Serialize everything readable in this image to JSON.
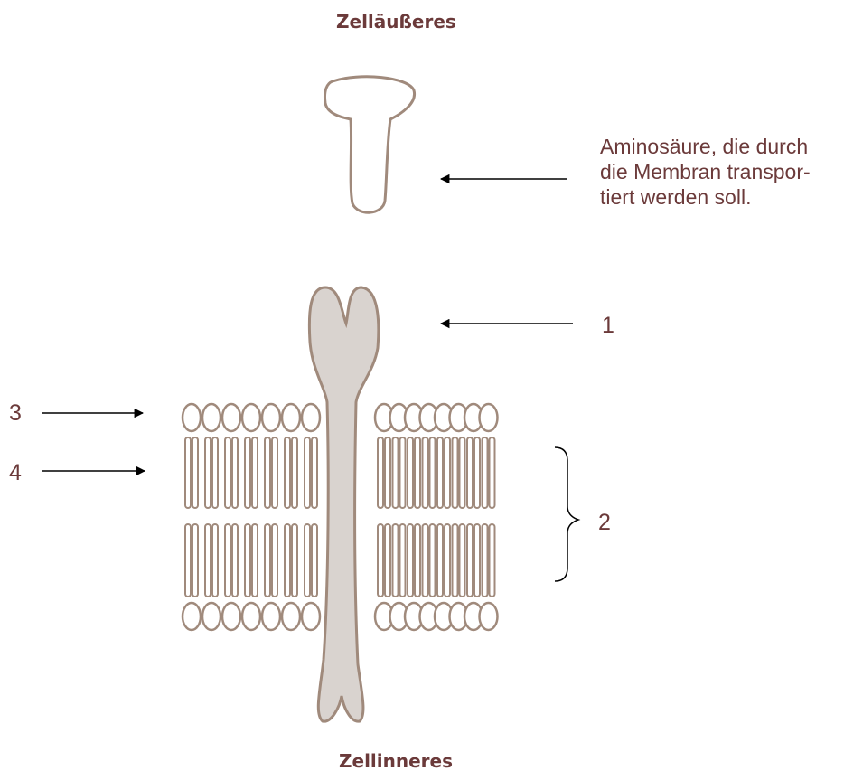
{
  "headings": {
    "outside": "Zelläußeres",
    "inside": "Zellinneres"
  },
  "amino_label": {
    "line1": "Aminosäure, die durch",
    "line2": "die Membran transpor-",
    "line3": "tiert werden soll."
  },
  "markers": {
    "m1": "1",
    "m2": "2",
    "m3": "3",
    "m4": "4"
  },
  "colors": {
    "text": "#6b3a3a",
    "outline": "#a08a7c",
    "protein_fill": "#d9d3cf",
    "arrow": "#000000"
  }
}
